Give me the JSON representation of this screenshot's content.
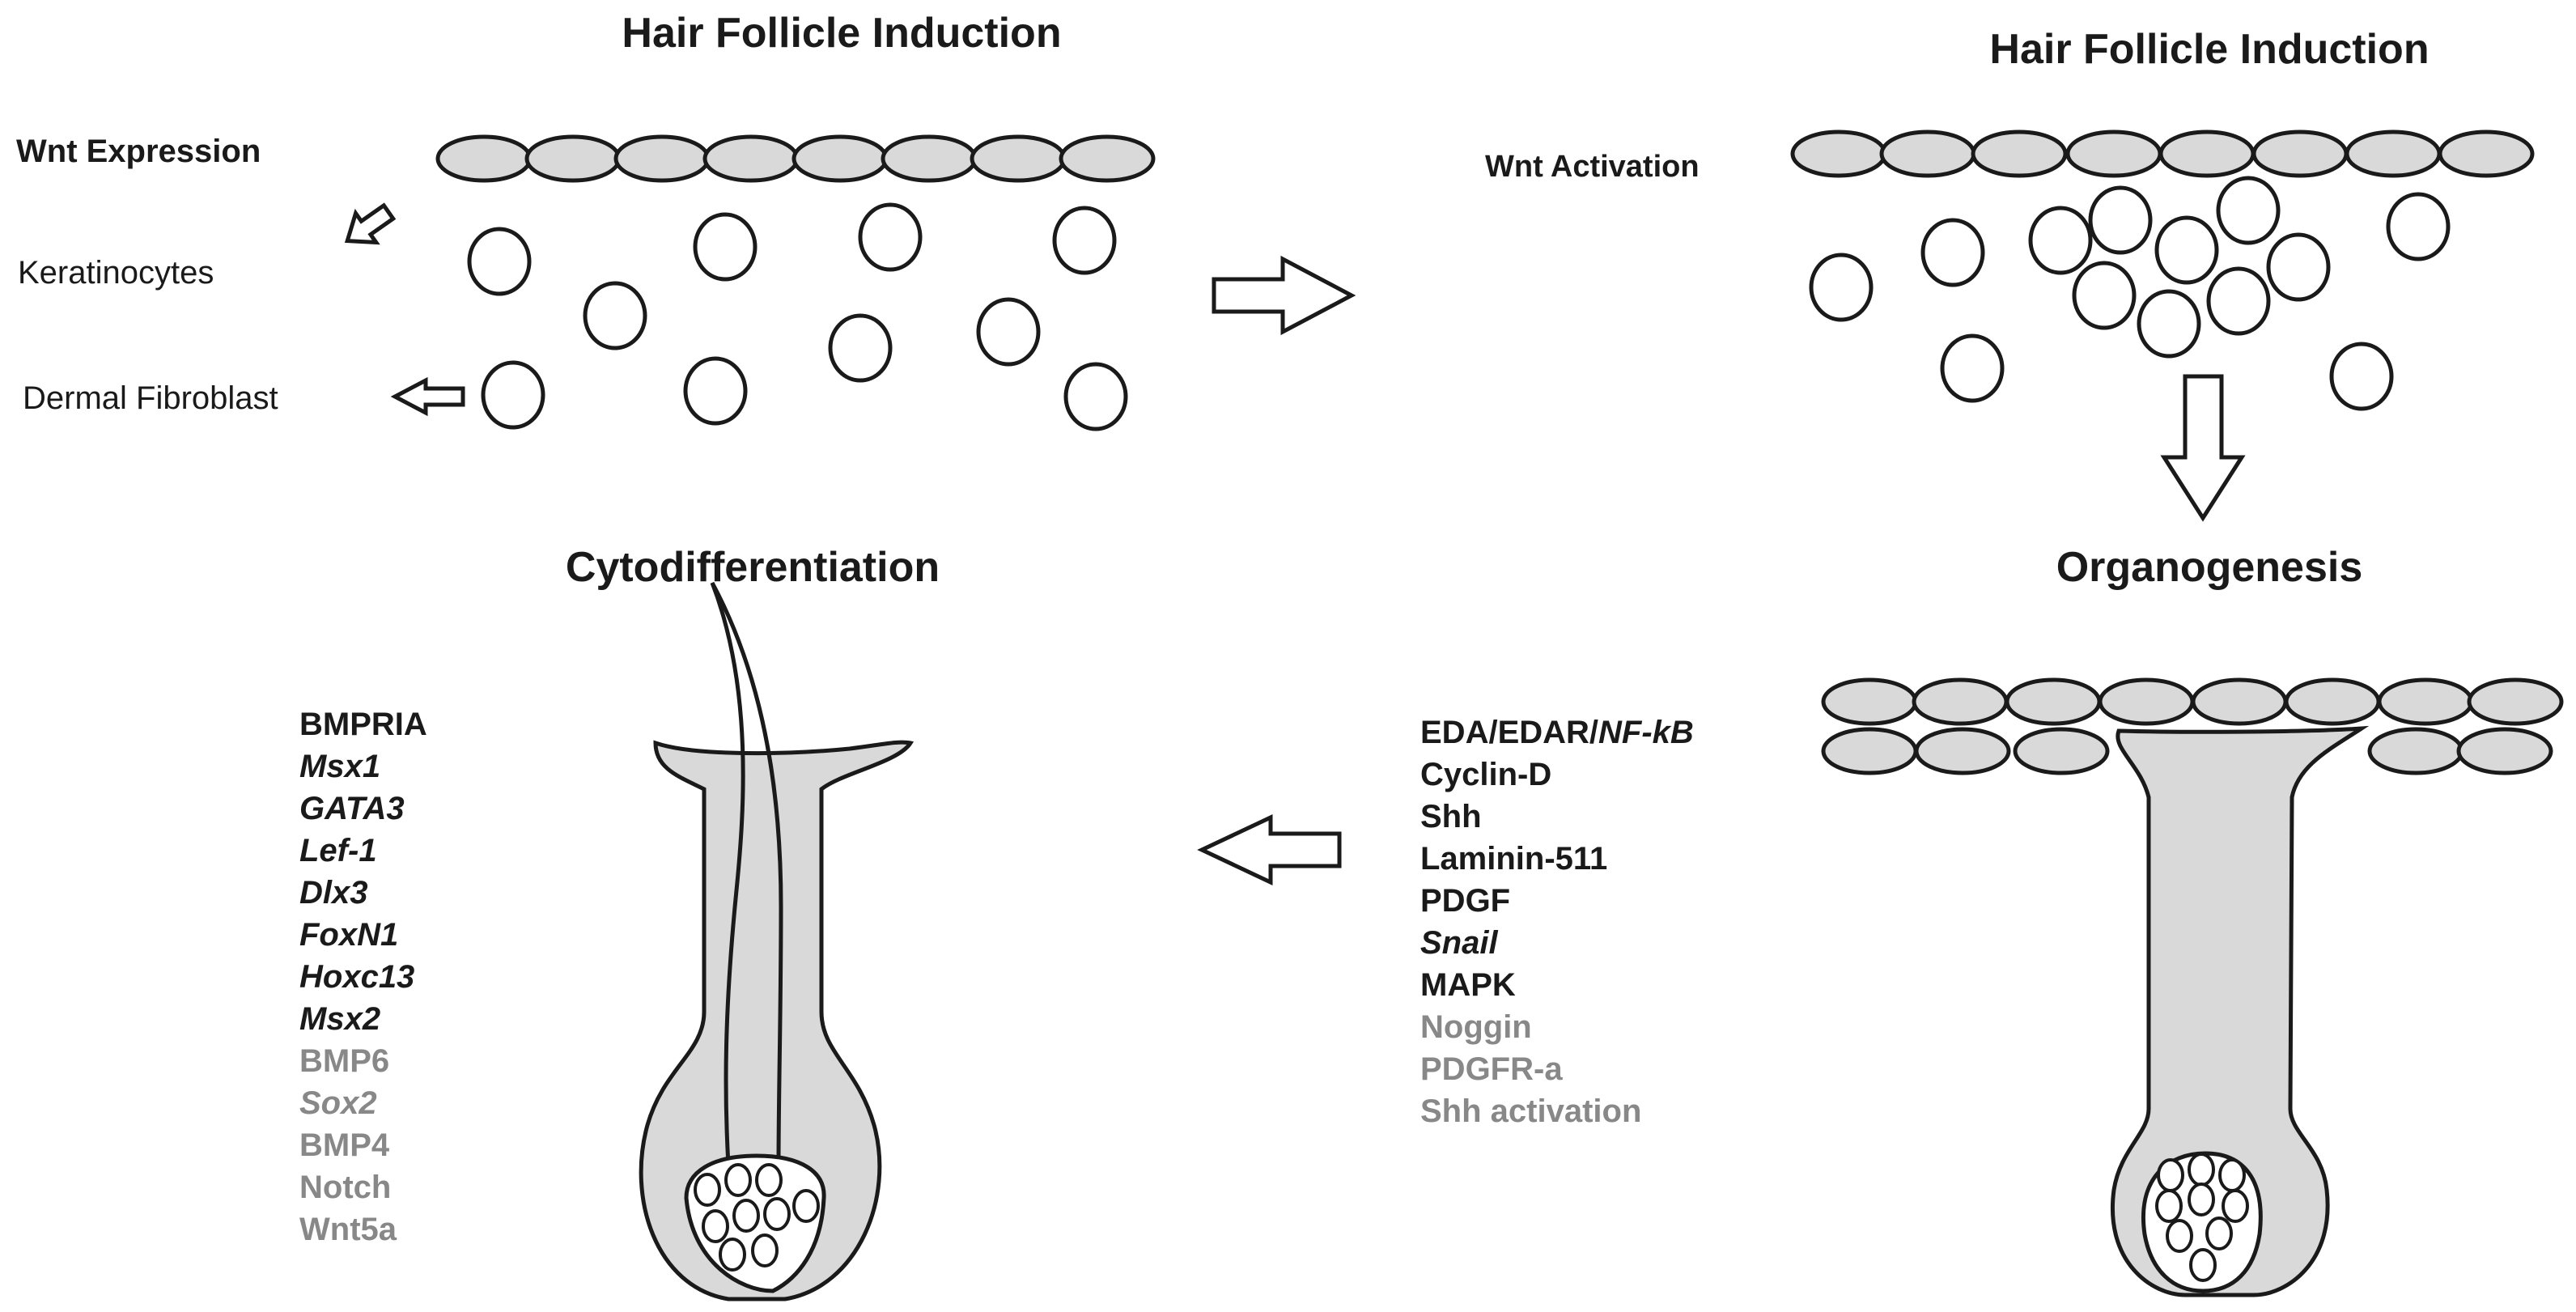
{
  "panels": {
    "induction_left": {
      "title": "Hair Follicle Induction",
      "labels": {
        "wnt": "Wnt Expression",
        "keratinocytes": "Keratinocytes",
        "fibroblast": "Dermal Fibroblast"
      }
    },
    "induction_right": {
      "title": "Hair Follicle Induction",
      "labels": {
        "wnt": "Wnt Activation"
      }
    },
    "organogenesis": {
      "title": "Organogenesis",
      "genes": [
        {
          "text": "EDA/EDAR/",
          "text2": "NF-kB",
          "italic": false,
          "italic2": true,
          "color": "#1a1a1a"
        },
        {
          "text": "Cyclin-D",
          "italic": false,
          "color": "#1a1a1a"
        },
        {
          "text": "Shh",
          "italic": false,
          "color": "#1a1a1a"
        },
        {
          "text": "Laminin-511",
          "italic": false,
          "color": "#1a1a1a"
        },
        {
          "text": "PDGF",
          "italic": false,
          "color": "#1a1a1a"
        },
        {
          "text": "Snail",
          "italic": true,
          "color": "#1a1a1a"
        },
        {
          "text": "MAPK",
          "italic": false,
          "color": "#1a1a1a"
        },
        {
          "text": "Noggin",
          "italic": false,
          "color": "#888888"
        },
        {
          "text": "PDGFR-a",
          "italic": false,
          "color": "#888888"
        },
        {
          "text": "Shh activation",
          "italic": false,
          "color": "#888888"
        }
      ]
    },
    "cytodifferentiation": {
      "title": "Cytodifferentiation",
      "genes": [
        {
          "text": "BMPRIA",
          "italic": false,
          "color": "#1a1a1a"
        },
        {
          "text": "Msx1",
          "italic": true,
          "color": "#1a1a1a"
        },
        {
          "text": "GATA3",
          "italic": true,
          "color": "#1a1a1a"
        },
        {
          "text": "Lef-1",
          "italic": true,
          "color": "#1a1a1a"
        },
        {
          "text": "Dlx3",
          "italic": true,
          "color": "#1a1a1a"
        },
        {
          "text": "FoxN1",
          "italic": true,
          "color": "#1a1a1a"
        },
        {
          "text": "Hoxc13",
          "italic": true,
          "color": "#1a1a1a"
        },
        {
          "text": "Msx2",
          "italic": true,
          "color": "#1a1a1a"
        },
        {
          "text": "BMP6",
          "italic": false,
          "color": "#888888"
        },
        {
          "text": "Sox2",
          "italic": true,
          "color": "#888888"
        },
        {
          "text": "BMP4",
          "italic": false,
          "color": "#888888"
        },
        {
          "text": "Notch",
          "italic": false,
          "color": "#888888"
        },
        {
          "text": "Wnt5a",
          "italic": false,
          "color": "#888888"
        }
      ]
    }
  },
  "colors": {
    "cell_fill": "#d9d9d9",
    "stroke": "#1a1a1a",
    "inactive_text": "#888888"
  }
}
